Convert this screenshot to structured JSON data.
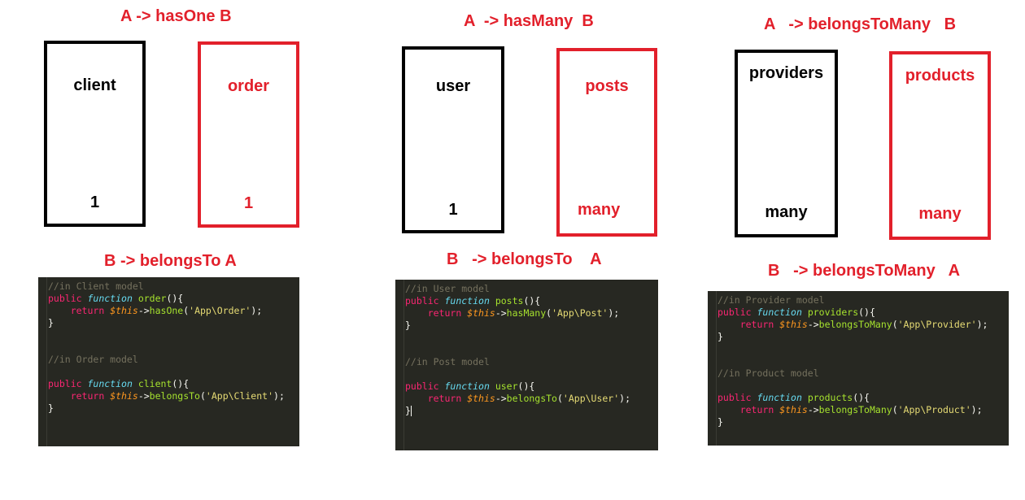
{
  "colors": {
    "accent_red": "#e2202b",
    "code_bg": "#272822"
  },
  "panels": [
    {
      "heading": "A -> hasOne B",
      "box_a": {
        "name": "client",
        "count": "1"
      },
      "box_b": {
        "name": "order",
        "count": "1"
      },
      "sub_heading": "B -> belongsTo A",
      "code": {
        "comment1": "//in Client model",
        "decl1_kw": "public",
        "decl1_fn": "function",
        "decl1_name": "order",
        "decl1_tail": "(){",
        "ret1_kw": "return",
        "ret1_var": "$this",
        "ret1_arrow": "->",
        "ret1_method": "hasOne",
        "ret1_open": "(",
        "ret1_str": "'App\\Order'",
        "ret1_close": ");",
        "close1": "}",
        "comment2": "//in Order model",
        "decl2_kw": "public",
        "decl2_fn": "function",
        "decl2_name": "client",
        "decl2_tail": "(){",
        "ret2_kw": "return",
        "ret2_var": "$this",
        "ret2_arrow": "->",
        "ret2_method": "belongsTo",
        "ret2_open": "(",
        "ret2_str": "'App\\Client'",
        "ret2_close": ");",
        "close2": "}"
      }
    },
    {
      "heading": "A  -> hasMany  B",
      "box_a": {
        "name": "user",
        "count": "1"
      },
      "box_b": {
        "name": "posts",
        "count": "many"
      },
      "sub_heading": "B   -> belongsTo    A",
      "code": {
        "comment1": "//in User model",
        "decl1_kw": "public",
        "decl1_fn": "function",
        "decl1_name": "posts",
        "decl1_tail": "(){",
        "ret1_kw": "return",
        "ret1_var": "$this",
        "ret1_arrow": "->",
        "ret1_method": "hasMany",
        "ret1_open": "(",
        "ret1_str": "'App\\Post'",
        "ret1_close": ");",
        "close1": "}",
        "comment2": "//in Post model",
        "decl2_kw": "public",
        "decl2_fn": "function",
        "decl2_name": "user",
        "decl2_tail": "(){",
        "ret2_kw": "return",
        "ret2_var": "$this",
        "ret2_arrow": "->",
        "ret2_method": "belongsTo",
        "ret2_open": "(",
        "ret2_str": "'App\\User'",
        "ret2_close": ");",
        "close2": "}"
      }
    },
    {
      "heading": "A   -> belongsToMany   B",
      "box_a": {
        "name": "providers",
        "count": "many"
      },
      "box_b": {
        "name": "products",
        "count": "many"
      },
      "sub_heading": "B   -> belongsToMany   A",
      "code": {
        "comment1": "//in Provider model",
        "decl1_kw": "public",
        "decl1_fn": "function",
        "decl1_name": "providers",
        "decl1_tail": "(){",
        "ret1_kw": "return",
        "ret1_var": "$this",
        "ret1_arrow": "->",
        "ret1_method": "belongsToMany",
        "ret1_open": "(",
        "ret1_str": "'App\\Provider'",
        "ret1_close": ");",
        "close1": "}",
        "comment2": "//in Product model",
        "decl2_kw": "public",
        "decl2_fn": "function",
        "decl2_name": "products",
        "decl2_tail": "(){",
        "ret2_kw": "return",
        "ret2_var": "$this",
        "ret2_arrow": "->",
        "ret2_method": "belongsToMany",
        "ret2_open": "(",
        "ret2_str": "'App\\Product'",
        "ret2_close": ");",
        "close2": "}"
      }
    }
  ]
}
